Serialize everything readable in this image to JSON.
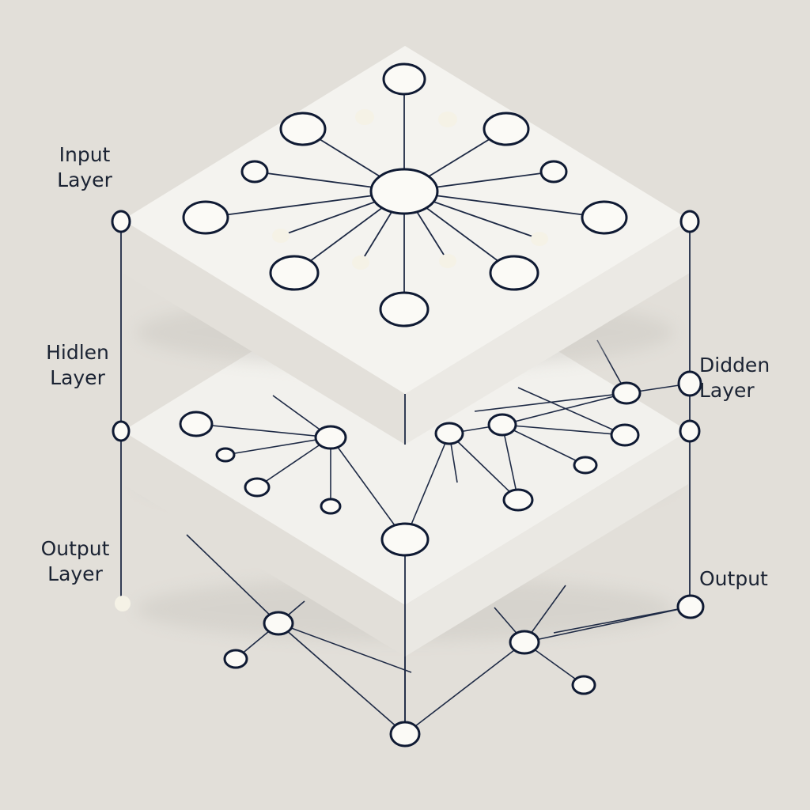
{
  "labels": {
    "input_layer": [
      "Input",
      "Layer"
    ],
    "hidden_layer_left": [
      "Hidlen",
      "Layer"
    ],
    "output_layer": [
      "Output",
      "Layer"
    ],
    "hidden_layer_right": [
      "Didden",
      "Layer"
    ],
    "output_right": "Output"
  },
  "colors": {
    "background": "#e2dfd9",
    "layer_top": "#f3f2ee",
    "layer_side": "#e7e5e0",
    "node_fill": "#fbfaf6",
    "node_stroke": "#0f1a33",
    "edge": "#1e2a45"
  }
}
